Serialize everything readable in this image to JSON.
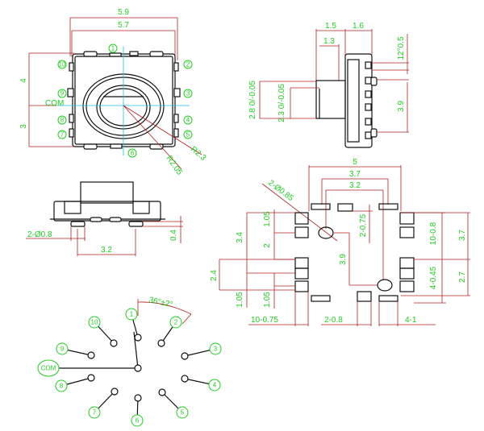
{
  "top_view": {
    "dim_outer_width": "5.9",
    "dim_inner_width": "5.7",
    "dim_upper_height": "4",
    "dim_lower_height": "3",
    "com_label": "COM",
    "radius_outer": "R2.3",
    "radius_inner": "R2.05",
    "pin_labels": [
      "1",
      "2",
      "3",
      "4",
      "5",
      "6",
      "7",
      "8",
      "9",
      "10"
    ]
  },
  "side_view": {
    "dim_knob_width": "1.5",
    "dim_body_width": "1.6",
    "dim_knob_inner": "1.3",
    "dim_pin_pitch": "12°0.5",
    "dim_pin_span": "3.9",
    "dim_knob_height": "2.8 0/-0.05",
    "dim_knob_inner_height": "2.3 0/-0.05"
  },
  "front_view": {
    "dim_post_dia": "2-Ø0.8",
    "dim_post_spacing": "3.2",
    "dim_post_height": "0.4"
  },
  "footprint": {
    "dim_overall": "5",
    "dim_top_outer": "3.7",
    "dim_hole_spacing": "3.2",
    "dim_hole_dia": "2-Ø0.85",
    "dim_hole_vertical": "3.9",
    "dim_top_pad": "2-0.75",
    "dim_left_total": "3.4",
    "dim_left_pitch_a": "1.05",
    "dim_left_gap": "2",
    "dim_left_lower": "2.4",
    "dim_left_pitch_b": "1.05",
    "dim_left_pitch_c": "1.05",
    "dim_bottom_left": "10-0.75",
    "dim_bottom_mid": "2-0.8",
    "dim_bottom_right": "4-1",
    "dim_right_pads": "10-0.8",
    "dim_right_lower": "4-0.45",
    "dim_right_upper": "3.7",
    "dim_right_bottom": "2.7"
  },
  "schematic": {
    "angle_label": "36°±2°",
    "com_label": "COM",
    "pin_labels": [
      "1",
      "2",
      "3",
      "4",
      "5",
      "6",
      "7",
      "8",
      "9",
      "10"
    ]
  }
}
